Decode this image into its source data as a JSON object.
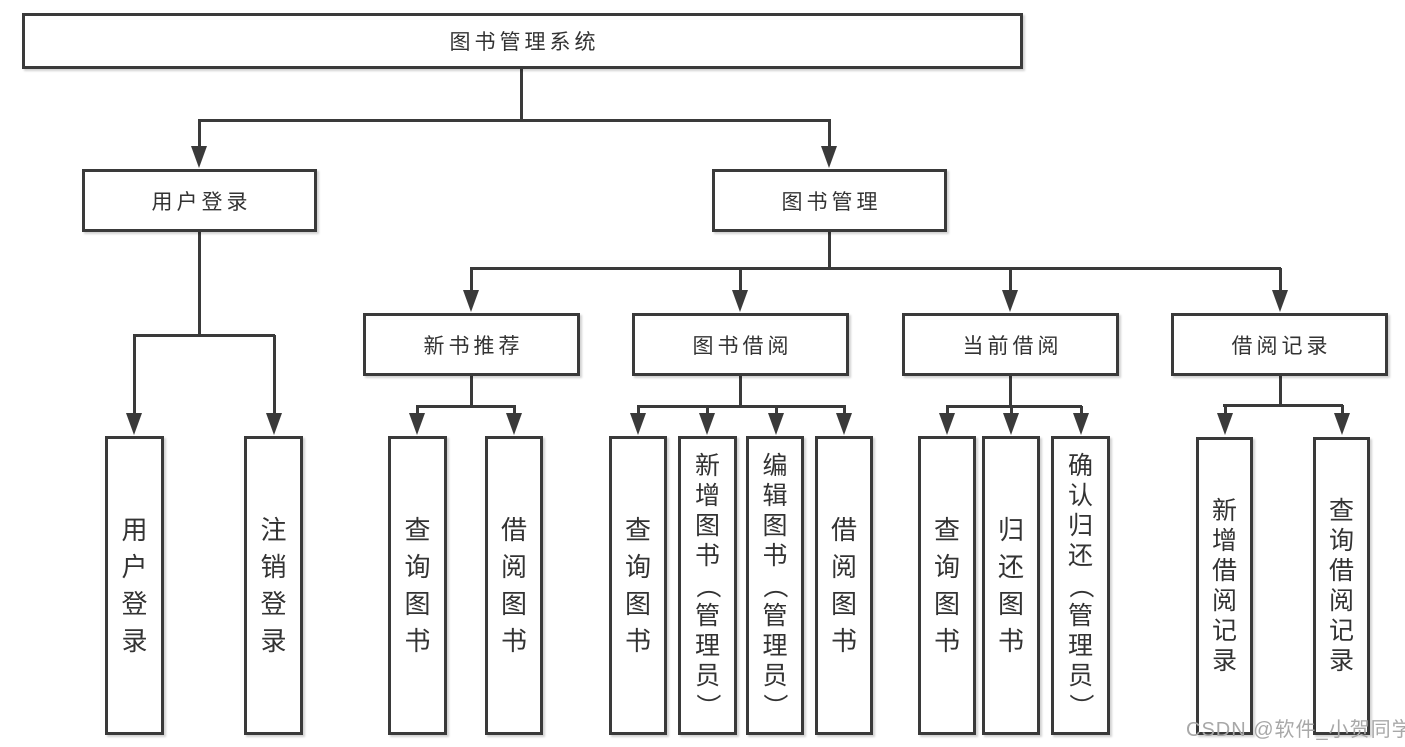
{
  "nodes": {
    "root": "图书管理系统",
    "l2_user_login": "用户登录",
    "l2_book_mgmt": "图书管理",
    "l3_new_books": "新书推荐",
    "l3_book_borrow": "图书借阅",
    "l3_current_borrow": "当前借阅",
    "l3_borrow_records": "借阅记录"
  },
  "leaves": [
    {
      "label": "用户登录"
    },
    {
      "label": "注销登录"
    },
    {
      "label": "查询图书"
    },
    {
      "label": "借阅图书"
    },
    {
      "label": "查询图书"
    },
    {
      "label": "新增图书（管理员）"
    },
    {
      "label": "编辑图书（管理员）"
    },
    {
      "label": "借阅图书"
    },
    {
      "label": "查询图书"
    },
    {
      "label": "归还图书"
    },
    {
      "label": "确认归还（管理员）"
    },
    {
      "label": "新增借阅记录"
    },
    {
      "label": "查询借阅记录"
    }
  ],
  "watermark": {
    "text": "CSDN @软件_小贺同学"
  },
  "colors": {
    "line": "#3a3a3a",
    "text": "#333333",
    "background": "#ffffff",
    "watermark": "#a8a8a8"
  }
}
